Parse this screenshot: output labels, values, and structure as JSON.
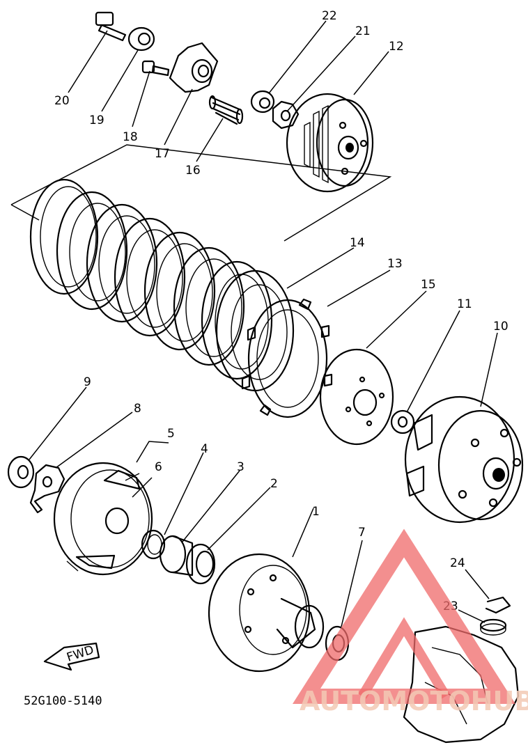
{
  "diagram": {
    "code": "52G100-5140",
    "fwd_label": "FWD",
    "part_numbers": [
      "1",
      "2",
      "3",
      "4",
      "5",
      "6",
      "7",
      "8",
      "9",
      "10",
      "11",
      "12",
      "13",
      "14",
      "15",
      "16",
      "17",
      "18",
      "19",
      "20",
      "21",
      "22",
      "23",
      "24"
    ]
  },
  "watermark": {
    "text": "AUTOMOTOHUB",
    "color": "#ef6a6a"
  }
}
